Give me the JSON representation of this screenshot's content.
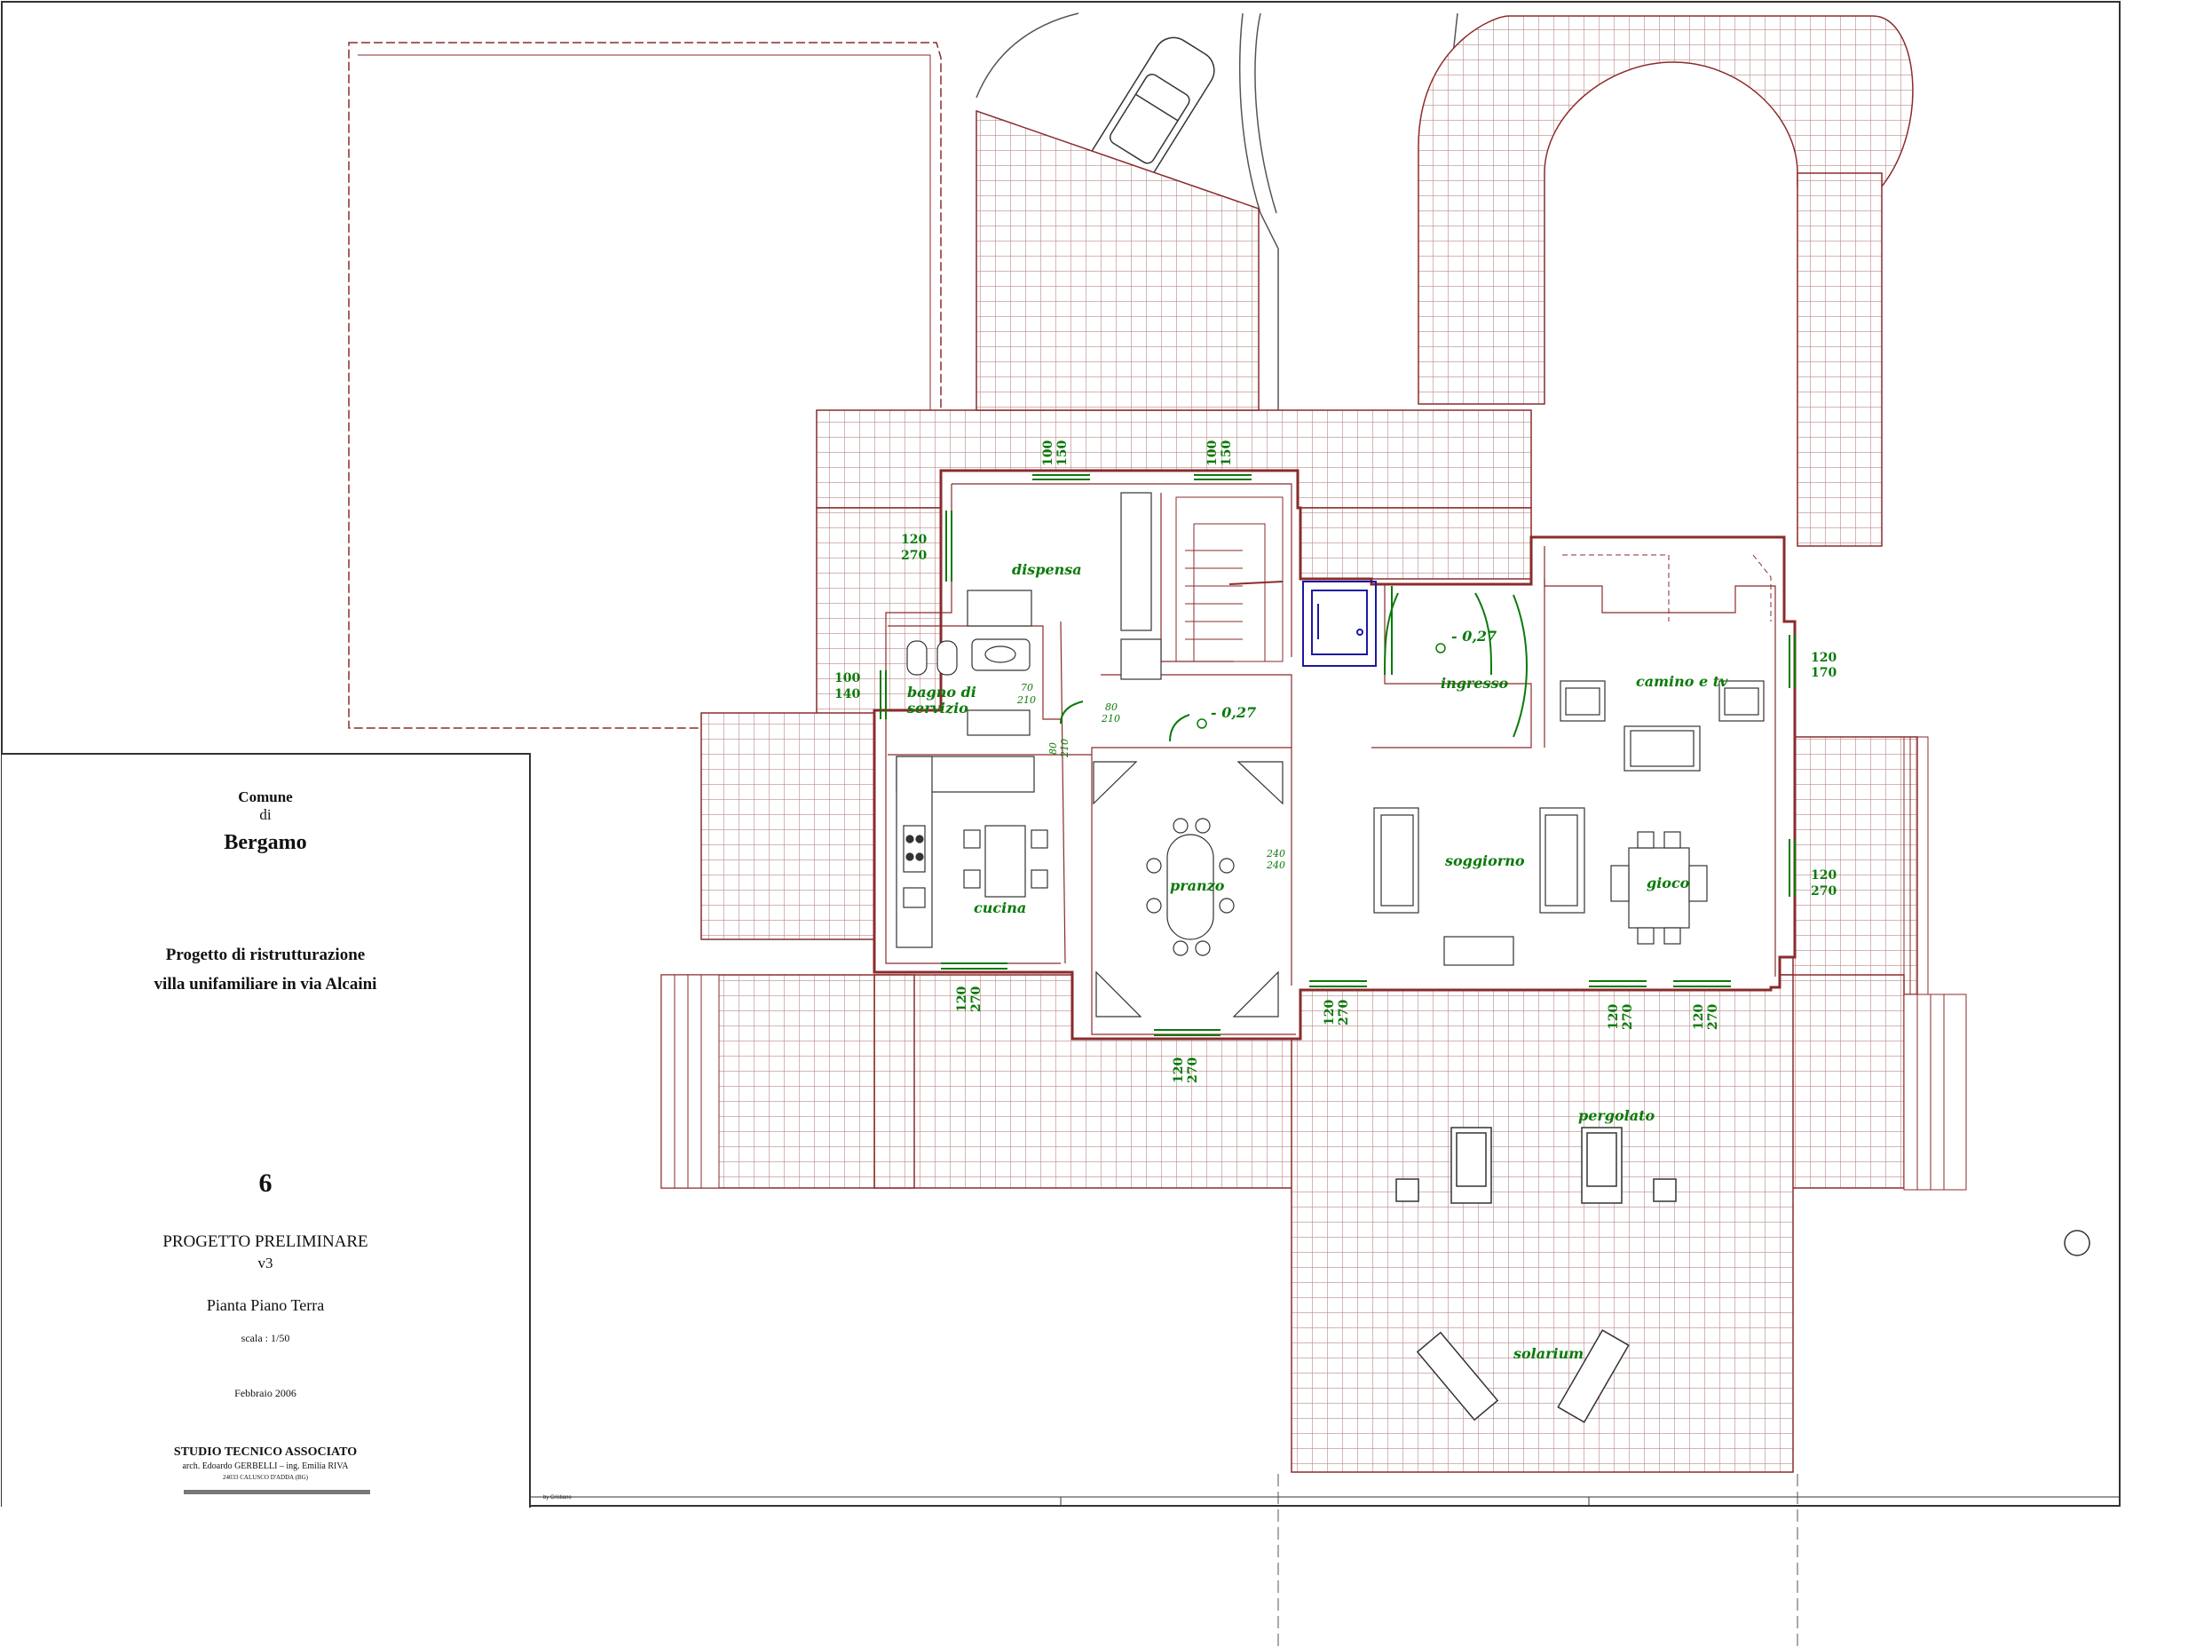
{
  "title_block": {
    "comune": "Comune",
    "di": "di",
    "city": "Bergamo",
    "project_line1": "Progetto di ristrutturazione",
    "project_line2": "villa  unifamiliare in via Alcaini",
    "sheet_number": "6",
    "phase": "PROGETTO PRELIMINARE",
    "version": "v3",
    "sheet_title": "Pianta Piano Terra",
    "scale": "scala :  1/50",
    "date": "Febbraio  2006",
    "studio": "STUDIO TECNICO ASSOCIATO",
    "studio_names": "arch. Edoardo GERBELLI – ing. Emilia RIVA",
    "studio_address": "24033 CALUSCO D'ADDA (BG)"
  },
  "credit": "by Cristiano",
  "rooms": {
    "dispensa": "dispensa",
    "bagno_line1": "bagno di",
    "bagno_line2": "servizio",
    "cucina": "cucina",
    "pranzo": "pranzo",
    "ingresso": "ingresso",
    "camino": "camino e tv",
    "soggiorno": "soggiorno",
    "gioco": "gioco",
    "pergolato": "pergolato",
    "solarium": "solarium"
  },
  "levels": {
    "ingresso": "- 0,27",
    "corridoio": "- 0,27"
  },
  "openings": {
    "w_dispensa_top": [
      "100",
      "150"
    ],
    "w_stair_top": [
      "100",
      "150"
    ],
    "w_dispensa_left": [
      "120",
      "270"
    ],
    "w_bagno_left": [
      "100",
      "140"
    ],
    "d_bagno": [
      "70",
      "210"
    ],
    "d_corr": [
      "80",
      "210"
    ],
    "d_cucina": [
      "80",
      "210"
    ],
    "w_camino_right": [
      "120",
      "170"
    ],
    "w_gioco_right": [
      "120",
      "270"
    ],
    "d_pranzo_sogg": [
      "240",
      "240"
    ],
    "w_cucina_bottom": [
      "120",
      "270"
    ],
    "w_pranzo_bottom": [
      "120",
      "270"
    ],
    "w_sogg_bottom1": [
      "120",
      "270"
    ],
    "w_sogg_bottom2": [
      "120",
      "270"
    ],
    "w_sogg_bottom3": [
      "120",
      "270"
    ]
  },
  "colors": {
    "paving": "#b98a8a",
    "walls": "#8b2b2b",
    "labels": "#0a7a0a",
    "fixtures": "#1a1aa0",
    "frame": "#333333"
  }
}
